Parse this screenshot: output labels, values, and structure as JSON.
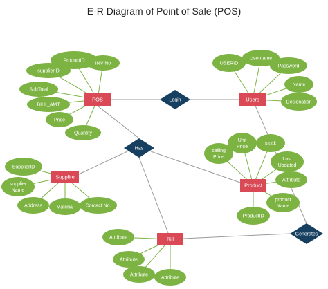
{
  "title": "E-R Diagram of Point of Sale (POS)",
  "colors": {
    "entity": "#d94a56",
    "relationship": "#173f5f",
    "attribute": "#7cb342",
    "line": "#9a9a9a",
    "text_light": "#ffffff"
  },
  "entities": [
    {
      "id": "pos",
      "label": "POS"
    },
    {
      "id": "users",
      "label": "Users"
    },
    {
      "id": "supplire",
      "label": "Supplire"
    },
    {
      "id": "product",
      "label": "Product"
    },
    {
      "id": "bill",
      "label": "Bill"
    }
  ],
  "relationships": [
    {
      "id": "login",
      "label": "Login"
    },
    {
      "id": "has",
      "label": "Has"
    },
    {
      "id": "generates",
      "label": "Generates"
    }
  ],
  "attributes": [
    {
      "id": "pos-productid",
      "lines": [
        "ProductID"
      ],
      "entity": "pos"
    },
    {
      "id": "pos-invno",
      "lines": [
        "INV No"
      ],
      "entity": "pos"
    },
    {
      "id": "pos-supplierid",
      "lines": [
        "supplierID"
      ],
      "entity": "pos"
    },
    {
      "id": "pos-subtotal",
      "lines": [
        "SubTotal"
      ],
      "entity": "pos"
    },
    {
      "id": "pos-billamt",
      "lines": [
        "BILL_AMT"
      ],
      "entity": "pos"
    },
    {
      "id": "pos-price",
      "lines": [
        "Price"
      ],
      "entity": "pos"
    },
    {
      "id": "pos-quantity",
      "lines": [
        "Quantity"
      ],
      "entity": "pos"
    },
    {
      "id": "users-userid",
      "lines": [
        "USERID"
      ],
      "entity": "users"
    },
    {
      "id": "users-username",
      "lines": [
        "Username"
      ],
      "entity": "users"
    },
    {
      "id": "users-password",
      "lines": [
        "Password"
      ],
      "entity": "users"
    },
    {
      "id": "users-name",
      "lines": [
        "Name"
      ],
      "entity": "users"
    },
    {
      "id": "users-designation",
      "lines": [
        "Designation"
      ],
      "entity": "users"
    },
    {
      "id": "sup-supplierid",
      "lines": [
        "SupplierID"
      ],
      "entity": "supplire"
    },
    {
      "id": "sup-suppliername",
      "lines": [
        "supplier",
        "Name"
      ],
      "entity": "supplire"
    },
    {
      "id": "sup-address",
      "lines": [
        "Address"
      ],
      "entity": "supplire"
    },
    {
      "id": "sup-material",
      "lines": [
        "Material"
      ],
      "entity": "supplire"
    },
    {
      "id": "sup-contactno",
      "lines": [
        "Contact No."
      ],
      "entity": "supplire"
    },
    {
      "id": "prod-sellingprice",
      "lines": [
        "selling",
        "Price"
      ],
      "entity": "product"
    },
    {
      "id": "prod-unitprice",
      "lines": [
        "Unit",
        "Price"
      ],
      "entity": "product"
    },
    {
      "id": "prod-stock",
      "lines": [
        "stock"
      ],
      "entity": "product"
    },
    {
      "id": "prod-lastupdated",
      "lines": [
        "Last",
        "Updated"
      ],
      "entity": "product"
    },
    {
      "id": "prod-attribute",
      "lines": [
        "Attribute"
      ],
      "entity": "product"
    },
    {
      "id": "prod-productname",
      "lines": [
        "product",
        "Name"
      ],
      "entity": "product"
    },
    {
      "id": "prod-productid",
      "lines": [
        "ProductID"
      ],
      "entity": "product"
    },
    {
      "id": "bill-attr1",
      "lines": [
        "Attribute"
      ],
      "entity": "bill"
    },
    {
      "id": "bill-attr2",
      "lines": [
        "Attribute"
      ],
      "entity": "bill"
    },
    {
      "id": "bill-attr3",
      "lines": [
        "Attribute"
      ],
      "entity": "bill"
    },
    {
      "id": "bill-attr4",
      "lines": [
        "Attribute"
      ],
      "entity": "bill"
    }
  ]
}
